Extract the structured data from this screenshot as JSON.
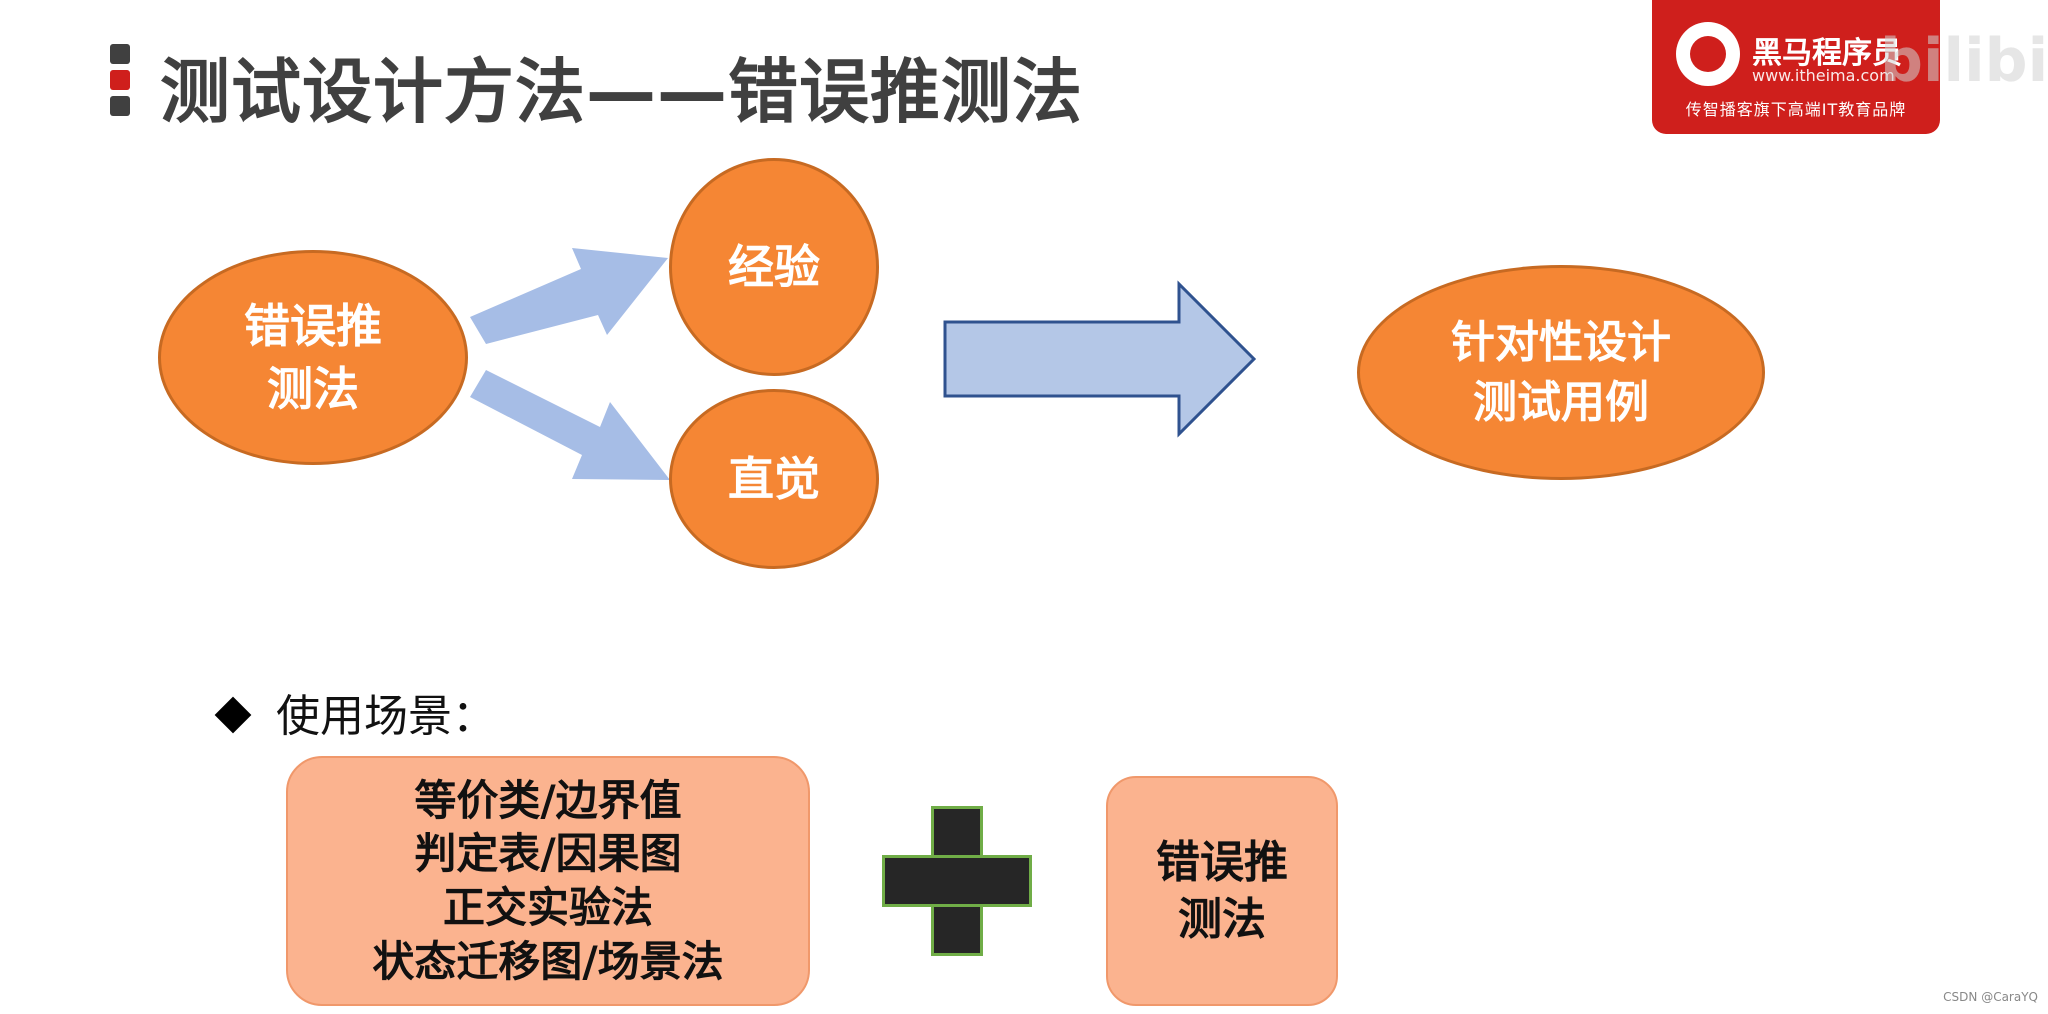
{
  "title": "测试设计方法——错误推测法",
  "colors": {
    "title_text": "#404040",
    "bullet_dark": "#404040",
    "bullet_accent": "#cf1f1c",
    "node_fill": "#f58634",
    "node_border": "#c76a22",
    "arrow_fill": "#a6bde6",
    "big_arrow_fill": "#b4c7e7",
    "big_arrow_border": "#2f528f",
    "box_fill": "#fbb38f",
    "plus_fill": "#262626",
    "plus_border": "#70ad47",
    "logo_bg": "#cf1f1c"
  },
  "logo": {
    "name": "黑马程序员",
    "url": "www.itheima.com",
    "slogan": "传智播客旗下高端IT教育品牌"
  },
  "watermark": "bilibili",
  "diagram": {
    "source_node": {
      "lines": [
        "错误推",
        "测法"
      ]
    },
    "branch_nodes": [
      {
        "label": "经验"
      },
      {
        "label": "直觉"
      }
    ],
    "result_node": {
      "lines": [
        "针对性设计",
        "测试用例"
      ]
    }
  },
  "usage": {
    "header": "使用场景：",
    "methods_box": {
      "lines": [
        "等价类/边界值",
        "判定表/因果图",
        "正交实验法",
        "状态迁移图/场景法"
      ]
    },
    "error_box": {
      "lines": [
        "错误推",
        "测法"
      ]
    }
  },
  "credit": "CSDN @CaraYQ"
}
